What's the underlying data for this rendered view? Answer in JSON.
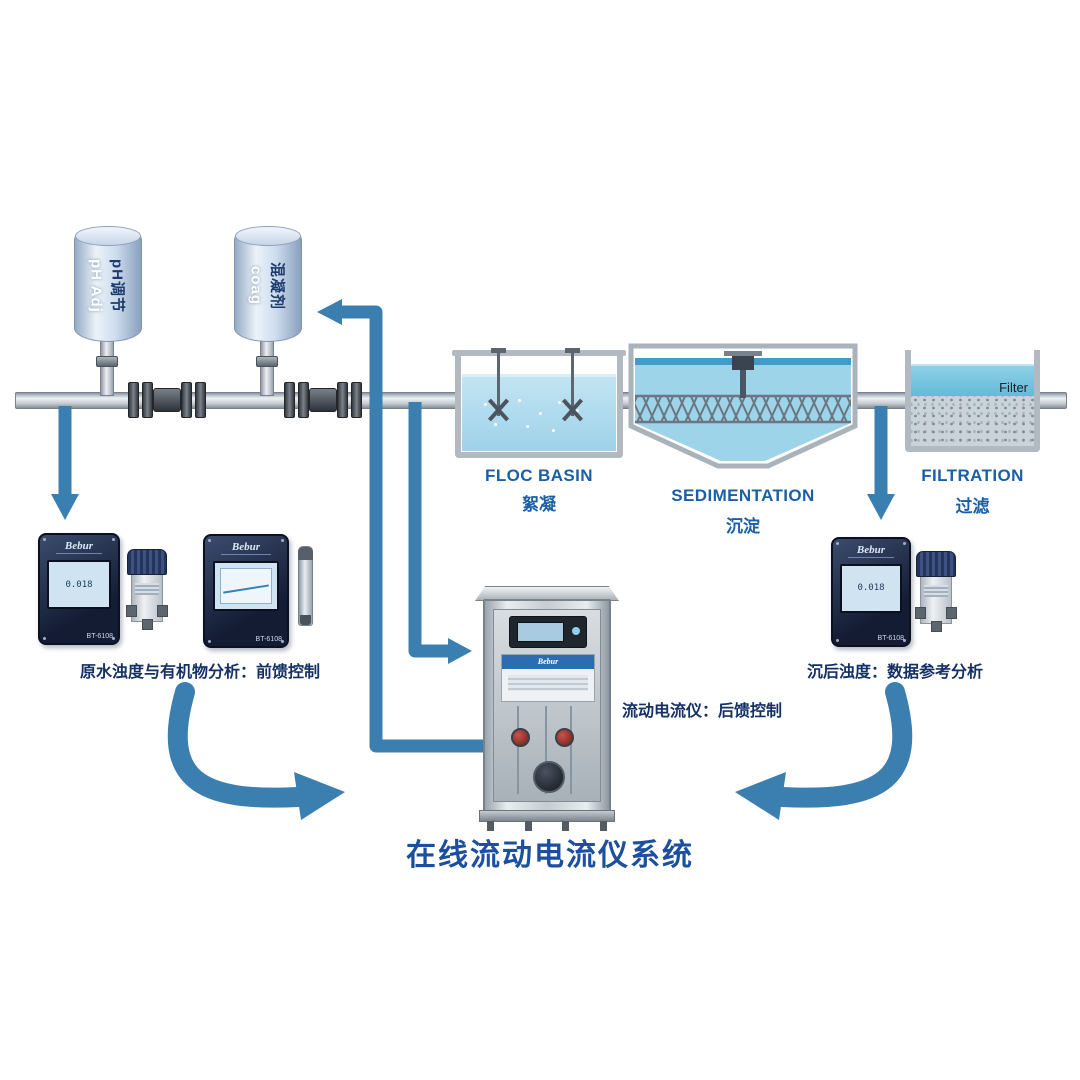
{
  "title": "在线流动电流仪系统",
  "dosing_tanks": [
    {
      "en": "pH Adj",
      "zh": "pH调节"
    },
    {
      "en": "coag",
      "zh": "混凝剂"
    }
  ],
  "process_stages": [
    {
      "en": "FLOC BASIN",
      "zh": "絮凝"
    },
    {
      "en": "SEDIMENTATION",
      "zh": "沉淀"
    },
    {
      "en": "FILTRATION",
      "zh": "过滤"
    }
  ],
  "filter_unit": {
    "media_label": "Filter"
  },
  "analyzers": {
    "brand": "Bebur",
    "model": "BT-6108",
    "screen_value": "0.018"
  },
  "captions": {
    "left": "原水浊度与有机物分析：前馈控制",
    "center": "流动电流仪：后馈控制",
    "right": "沉后浊度：数据参考分析"
  },
  "colors": {
    "arrow": "#3b7fb0",
    "stage-en": "#1b5fa6",
    "stage-zh": "#1b5fa6",
    "caption": "#153065",
    "title": "#1c4f9e"
  }
}
